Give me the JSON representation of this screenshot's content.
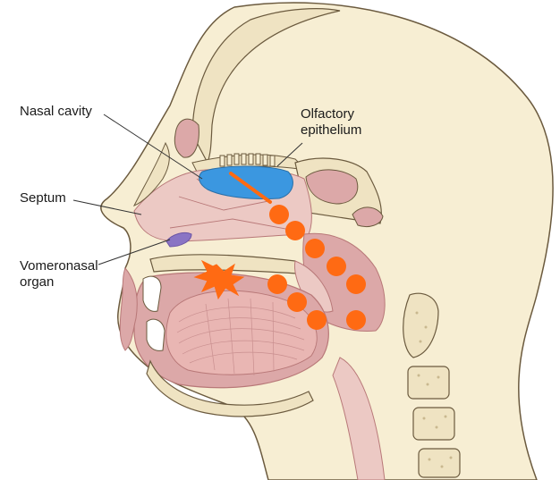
{
  "labels": {
    "nasal_cavity": "Nasal cavity",
    "olfactory_line1": "Olfactory",
    "olfactory_line2": "epithelium",
    "septum": "Septum",
    "vomeronasal_line1": "Vomeronasal",
    "vomeronasal_line2": "organ"
  },
  "colors": {
    "skin": "#f7eed3",
    "skin_outline": "#6b5a3e",
    "bone": "#efe3c2",
    "bone_dots": "#c9b88f",
    "mucosa": "#dca8a8",
    "mucosa_dark": "#b87878",
    "tissue": "#ecc9c4",
    "olfactory_blue": "#3b97e0",
    "vomeronasal_purple": "#8a74c4",
    "scent_orange": "#ff6a13"
  },
  "icons": {
    "odor_path": "orange-dot-trail",
    "taste_burst": "starburst"
  }
}
